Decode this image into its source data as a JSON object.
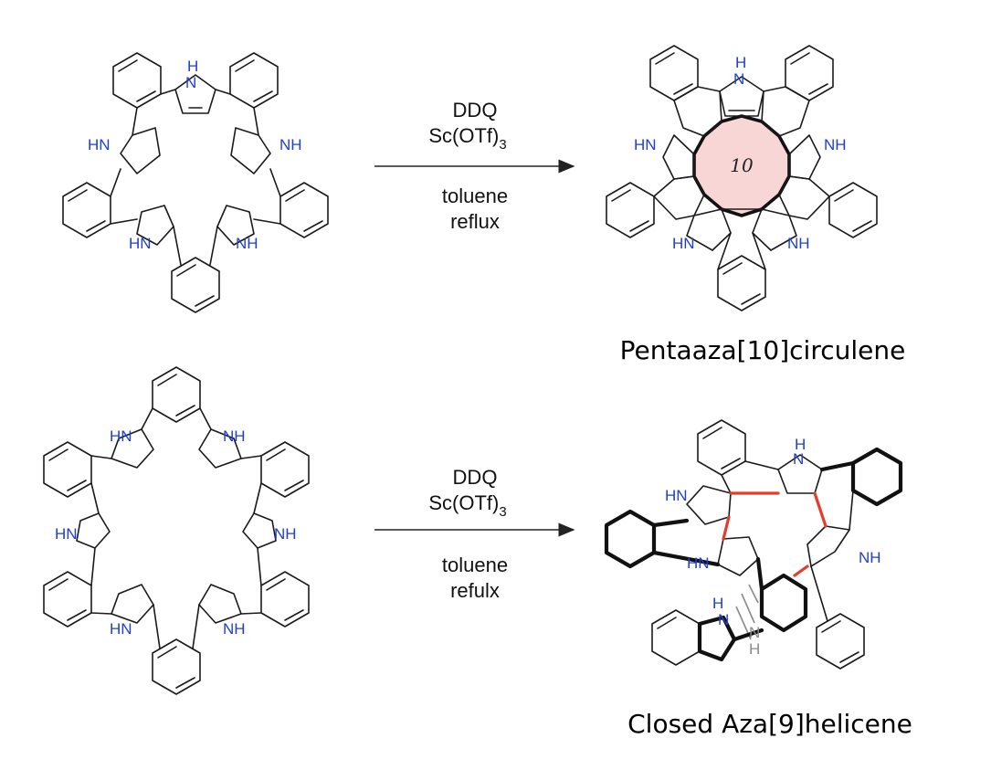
{
  "reactions": [
    {
      "reagent_1": "DDQ",
      "reagent_2_base": "Sc(OTf)",
      "reagent_2_sub": "3",
      "solvent": "toluene",
      "condition": "reflux",
      "product_name": "Pentaaza[10]circulene",
      "central_ring_label": "10"
    },
    {
      "reagent_1": "DDQ",
      "reagent_2_base": "Sc(OTf)",
      "reagent_2_sub": "3",
      "solvent": "toluene",
      "condition": "refulx",
      "product_name": "Closed Aza[9]helicene"
    }
  ],
  "labels": {
    "nh": "NH",
    "hn": "HN",
    "h": "H",
    "n": "N"
  },
  "colors": {
    "heteroatom": "#1e3fd6",
    "highlight_ring": "#f9d6d6",
    "new_bond": "#e53d2a",
    "back_bond": "#8a8a8a"
  }
}
